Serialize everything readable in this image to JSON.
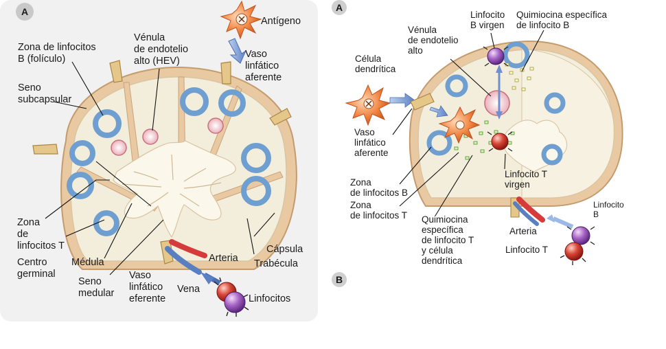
{
  "panel_a": {
    "letter": "A",
    "labels": {
      "antigeno": "Antígeno",
      "zona_b_1": "Zona de linfocitos",
      "zona_b_2": "B (folículo)",
      "venula_1": "Vénula",
      "venula_2": "de endotelio",
      "venula_3": "alto (HEV)",
      "vaso_af_1": "Vaso",
      "vaso_af_2": "linfático",
      "vaso_af_3": "aferente",
      "seno_sub_1": "Seno",
      "seno_sub_2": "subcapsular",
      "zona_t_1": "Zona",
      "zona_t_2": "de",
      "zona_t_3": "linfocitos T",
      "centro_1": "Centro",
      "centro_2": "germinal",
      "medula": "Médula",
      "seno_med_1": "Seno",
      "seno_med_2": "medular",
      "vaso_ef_1": "Vaso",
      "vaso_ef_2": "linfático",
      "vaso_ef_3": "eferente",
      "vena": "Vena",
      "arteria": "Arteria",
      "capsula": "Cápsula",
      "trabecula": "Trabécula",
      "linfocitos": "Linfocitos"
    }
  },
  "panel_b": {
    "letter_top": "A",
    "letter_bottom": "B",
    "labels": {
      "linf_b_virgen_1": "Linfocito",
      "linf_b_virgen_2": "B virgen",
      "quim_b_1": "Quimiocina específica",
      "quim_b_2": "de linfocito B",
      "venula_1": "Vénula",
      "venula_2": "de endotelio",
      "venula_3": "alto",
      "celula_1": "Célula",
      "celula_2": "dendrítica",
      "vaso_af_1": "Vaso",
      "vaso_af_2": "linfático",
      "vaso_af_3": "aferente",
      "linf_t_virgen_1": "Linfocito T",
      "linf_t_virgen_2": "virgen",
      "zona_b_1": "Zona",
      "zona_b_2": "de linfocitos B",
      "zona_t_1": "Zona",
      "zona_t_2": "de linfocitos T",
      "quim_t_1": "Quimiocina",
      "quim_t_2": "específica",
      "quim_t_3": "de linfocito T",
      "quim_t_4": "y célula",
      "quim_t_5": "dendrítica",
      "linf_b_1": "Linfocito",
      "linf_b_2": "B",
      "arteria": "Arteria",
      "linf_t": "Linfocito T"
    }
  },
  "colors": {
    "capsule": "#e9c9a2",
    "cortex": "#f1ecd9",
    "follicle": "#6e9fd0",
    "vessel_red": "#d63b3b",
    "vessel_blue": "#5a7fc0",
    "b_cell": "#8e4fb0",
    "t_cell": "#c62828",
    "dendritic": "#e8733a"
  }
}
